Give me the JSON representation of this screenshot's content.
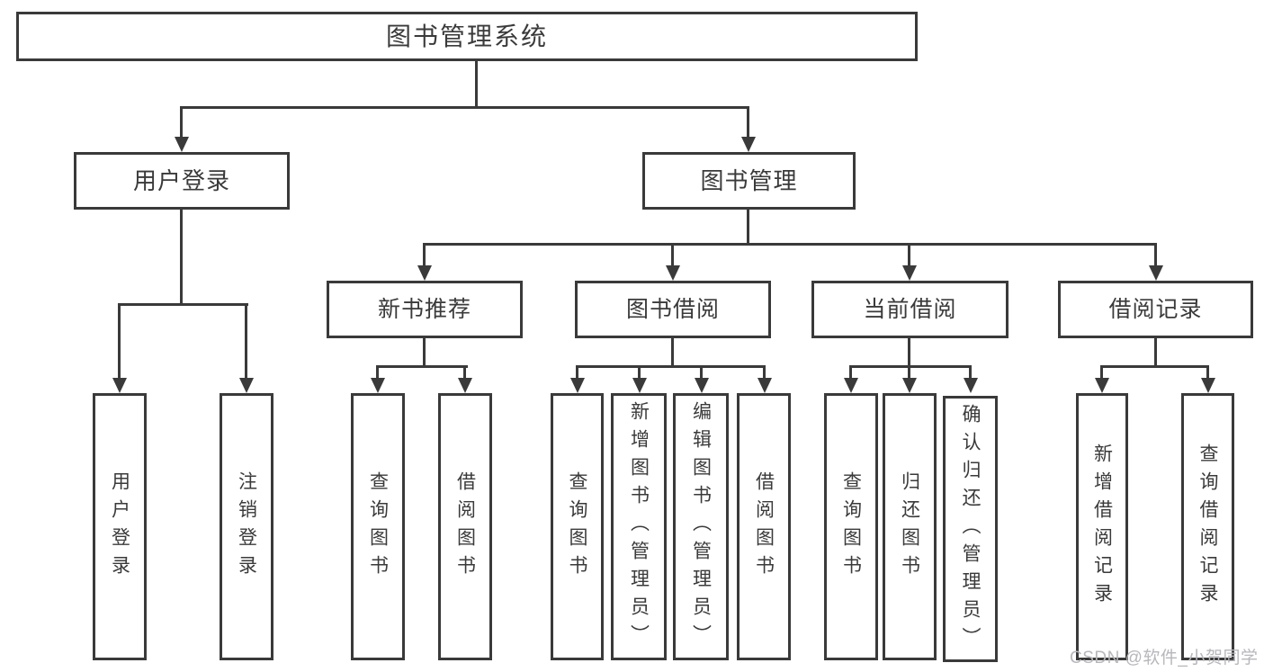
{
  "diagram_type": "functional-structure-tree",
  "tree": {
    "label": "图书管理系统",
    "children": [
      {
        "label": "用户登录",
        "children": [
          {
            "label": "用户登录"
          },
          {
            "label": "注销登录"
          }
        ]
      },
      {
        "label": "图书管理",
        "children": [
          {
            "label": "新书推荐",
            "children": [
              {
                "label": "查询图书"
              },
              {
                "label": "借阅图书"
              }
            ]
          },
          {
            "label": "图书借阅",
            "children": [
              {
                "label": "查询图书"
              },
              {
                "label": "新增图书（管理员）"
              },
              {
                "label": "编辑图书（管理员）"
              },
              {
                "label": "借阅图书"
              }
            ]
          },
          {
            "label": "当前借阅",
            "children": [
              {
                "label": "查询图书"
              },
              {
                "label": "归还图书"
              },
              {
                "label": "确认归还（管理员）"
              }
            ]
          },
          {
            "label": "借阅记录",
            "children": [
              {
                "label": "新增借阅记录"
              },
              {
                "label": "查询借阅记录"
              }
            ]
          }
        ]
      }
    ]
  },
  "watermark": {
    "text": "CSDN @软件_小贺同学"
  },
  "colors": {
    "line": "#3a3a3a",
    "text": "#3a3a3a",
    "background": "#ffffff",
    "watermark": "#b7b7bc"
  }
}
